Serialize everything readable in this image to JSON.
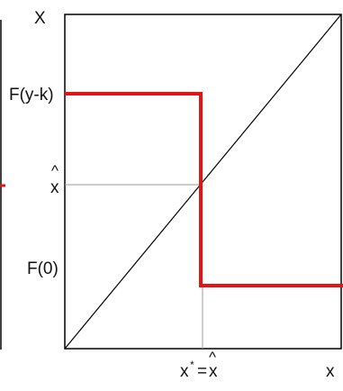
{
  "diagram": {
    "axis_top_label": "X",
    "axis_right_label": "x",
    "label_F_high": "F(y-k)",
    "label_x_hat": "x",
    "hat_mark": "^",
    "label_F_zero": "F(0)",
    "bottom_label_x": "x",
    "bottom_label_star": "*",
    "bottom_label_eq": "=",
    "bottom_label_xhat": "x",
    "colors": {
      "step_function": "#e31414",
      "axes": "#000000",
      "guide": "#9a9a9a"
    }
  }
}
